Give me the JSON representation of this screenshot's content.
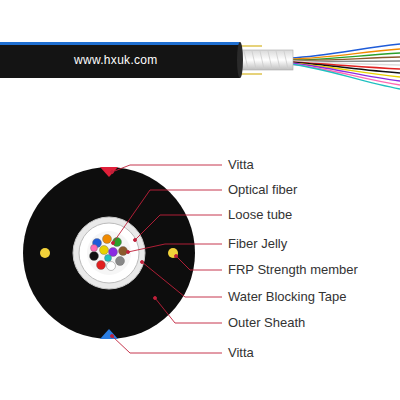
{
  "diagram": {
    "labels": [
      "www.hxuk.com",
      "Vitta",
      "Optical fiber",
      "Loose tube",
      "Fiber Jelly",
      "FRP Strength member",
      "Water Blocking Tape",
      "Outer Sheath",
      "Vitta"
    ]
  }
}
